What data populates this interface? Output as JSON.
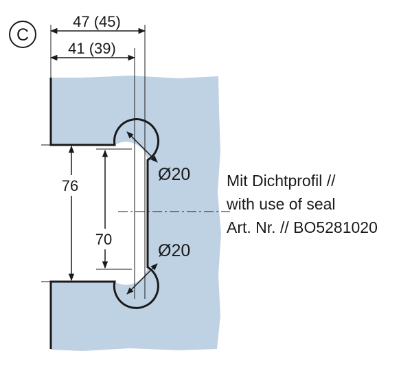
{
  "view": {
    "marker": "C"
  },
  "dimensions": {
    "outer_width": "47 (45)",
    "inner_width": "41 (39)",
    "outer_height": "76",
    "inner_height": "70",
    "top_hole_diameter": "Ø20",
    "bottom_hole_diameter": "Ø20"
  },
  "note": {
    "line1": "Mit Dichtprofil //",
    "line2": "with use of seal",
    "line3": "Art. Nr. // BO5281020"
  },
  "colors": {
    "glass": "#bfd2e4",
    "outline": "#1a1a1a"
  }
}
